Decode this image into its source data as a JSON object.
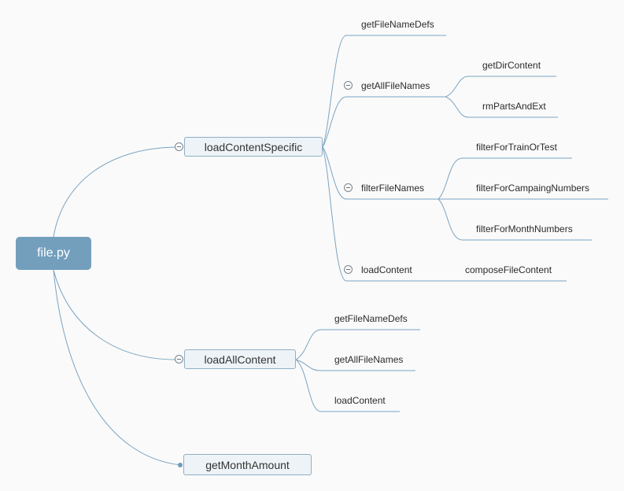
{
  "root": {
    "label": "file.py"
  },
  "branches": {
    "loadContentSpecific": {
      "label": "loadContentSpecific",
      "children": {
        "getFileNameDefs": "getFileNameDefs",
        "getAllFileNames": {
          "label": "getAllFileNames",
          "children": [
            "getDirContent",
            "rmPartsAndExt"
          ]
        },
        "filterFileNames": {
          "label": "filterFileNames",
          "children": [
            "filterForTrainOrTest",
            "filterForCampaingNumbers",
            "filterForMonthNumbers"
          ]
        },
        "loadContent": {
          "label": "loadContent",
          "children": [
            "composeFileContent"
          ]
        }
      }
    },
    "loadAllContent": {
      "label": "loadAllContent",
      "children": [
        "getFileNameDefs",
        "getAllFileNames",
        "loadContent"
      ]
    },
    "getMonthAmount": {
      "label": "getMonthAmount"
    }
  },
  "colors": {
    "line": "#7ba4c2",
    "root_fill": "#739fbd",
    "node_fill": "#eef3f7"
  }
}
